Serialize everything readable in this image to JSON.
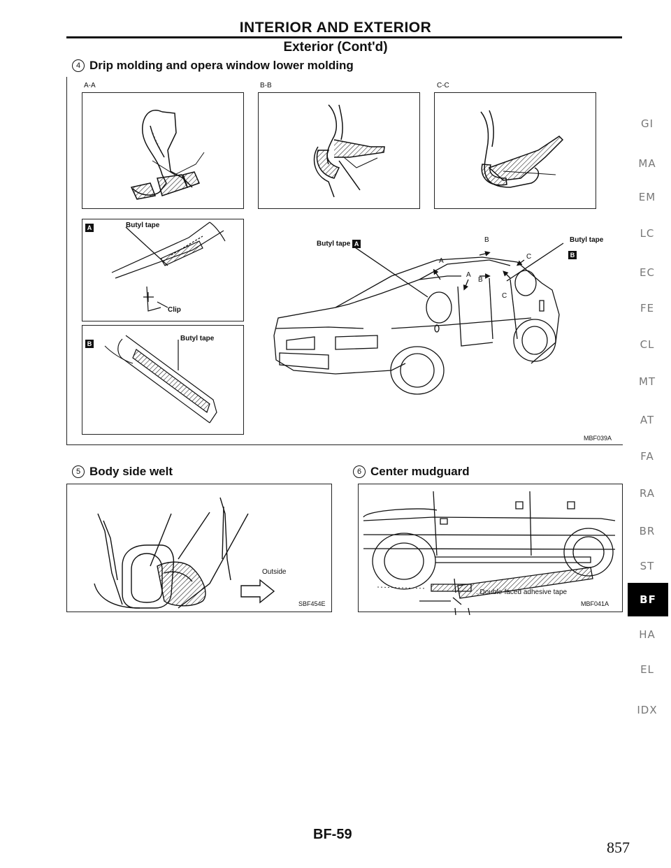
{
  "header": {
    "title": "INTERIOR AND EXTERIOR",
    "subtitle": "Exterior (Cont'd)"
  },
  "section4": {
    "number": "4",
    "title": "Drip molding and opera window lower molding",
    "views": [
      "A-A",
      "B-B",
      "C-C"
    ],
    "detail_a": {
      "marker": "A",
      "butyl": "Butyl tape",
      "clip": "Clip"
    },
    "detail_b": {
      "marker": "B",
      "butyl": "Butyl tape"
    },
    "car": {
      "butyl_left": "Butyl tape",
      "marker_left": "A",
      "butyl_right": "Butyl tape",
      "marker_right": "B",
      "arrow_labels": [
        "A",
        "A",
        "B",
        "B",
        "C",
        "C"
      ]
    },
    "code": "MBF039A"
  },
  "section5": {
    "number": "5",
    "title": "Body side welt",
    "outside": "Outside",
    "code": "SBF454E"
  },
  "section6": {
    "number": "6",
    "title": "Center mudguard",
    "legend": ": Double-faced adhesive tape",
    "code": "MBF041A"
  },
  "tabs": [
    {
      "label": "GI",
      "active": false
    },
    {
      "label": "MA",
      "active": false
    },
    {
      "label": "EM",
      "active": false
    },
    {
      "label": "LC",
      "active": false
    },
    {
      "label": "EC",
      "active": false
    },
    {
      "label": "FE",
      "active": false
    },
    {
      "label": "CL",
      "active": false
    },
    {
      "label": "MT",
      "active": false
    },
    {
      "label": "AT",
      "active": false
    },
    {
      "label": "FA",
      "active": false
    },
    {
      "label": "RA",
      "active": false
    },
    {
      "label": "BR",
      "active": false
    },
    {
      "label": "ST",
      "active": false
    },
    {
      "label": "BF",
      "active": true
    },
    {
      "label": "HA",
      "active": false
    },
    {
      "label": "EL",
      "active": false
    },
    {
      "label": "IDX",
      "active": false
    }
  ],
  "footer": {
    "page_code": "BF-59",
    "page_number": "857"
  }
}
